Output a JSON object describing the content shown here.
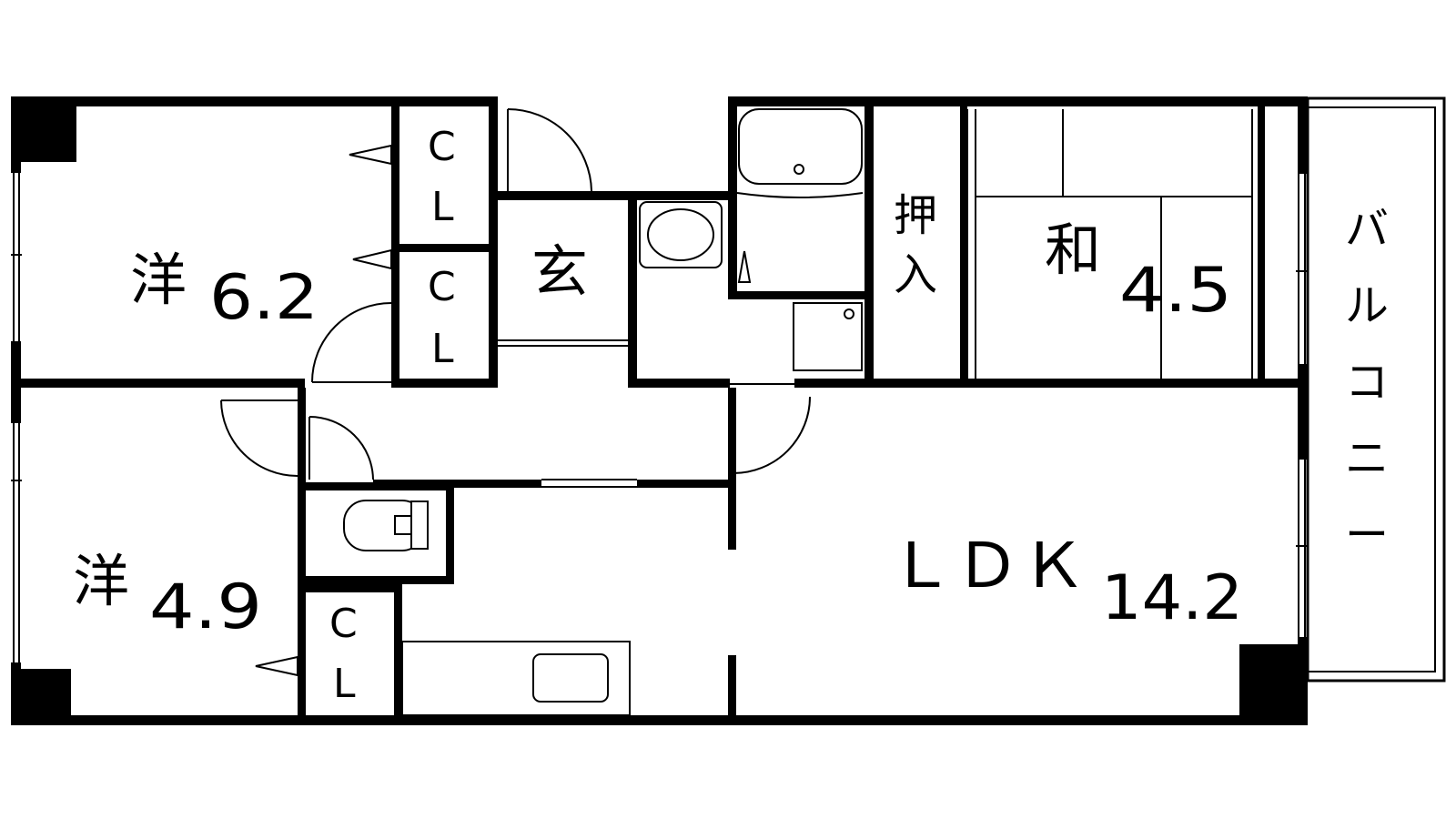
{
  "rooms": {
    "western_1": {
      "name": "洋",
      "size": "6.2"
    },
    "western_2": {
      "name": "洋",
      "size": "4.9"
    },
    "japanese": {
      "name": "和",
      "size": "4.5"
    },
    "ldk": {
      "name": "ＬＤＫ",
      "size": "14.2"
    },
    "entrance": {
      "name": "玄"
    },
    "oshiire": {
      "line1": "押",
      "line2": "入"
    },
    "balcony": {
      "chars": [
        "バ",
        "ル",
        "コ",
        "ニ",
        "ー"
      ]
    }
  },
  "closets": [
    {
      "c": "C",
      "l": "L"
    },
    {
      "c": "C",
      "l": "L"
    },
    {
      "c": "C",
      "l": "L"
    }
  ]
}
